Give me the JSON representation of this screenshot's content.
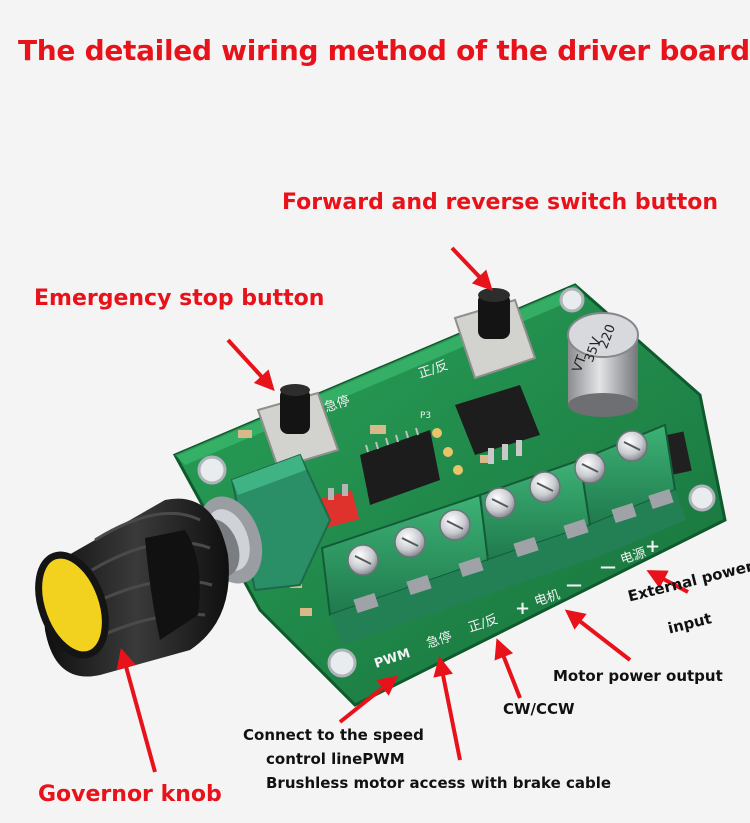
{
  "title": "The detailed wiring method of the driver board",
  "labels": {
    "forward_reverse": "Forward and reverse switch button",
    "emergency_stop": "Emergency stop button",
    "governor_knob": "Governor knob",
    "external_power_line1": "External power",
    "external_power_line2": "input",
    "motor_power_output": "Motor power output",
    "cw_ccw": "CW/CCW",
    "speed_line1": "Connect to the speed",
    "speed_line2": "control linePWM",
    "brushless": "Brushless motor access with brake cable"
  },
  "board_markings": {
    "pwm": "PWM",
    "estop_cn": "急停",
    "fwdrev_cn": "正/反",
    "motor_cn": "电机",
    "power_cn": "电源",
    "plus": "+",
    "minus": "—",
    "cap_top": "220",
    "cap_mid": "35V",
    "cap_bot": "VT",
    "p3": "P3"
  },
  "colors": {
    "annotation_red": "#e8121a",
    "board_green": "#1f8a4c",
    "terminal_green": "#2f9e67",
    "knob_black": "#1b1b1b",
    "knob_yellow": "#f2d21e"
  },
  "icons": [
    "arrow-icon",
    "screw-icon",
    "capacitor-icon"
  ]
}
